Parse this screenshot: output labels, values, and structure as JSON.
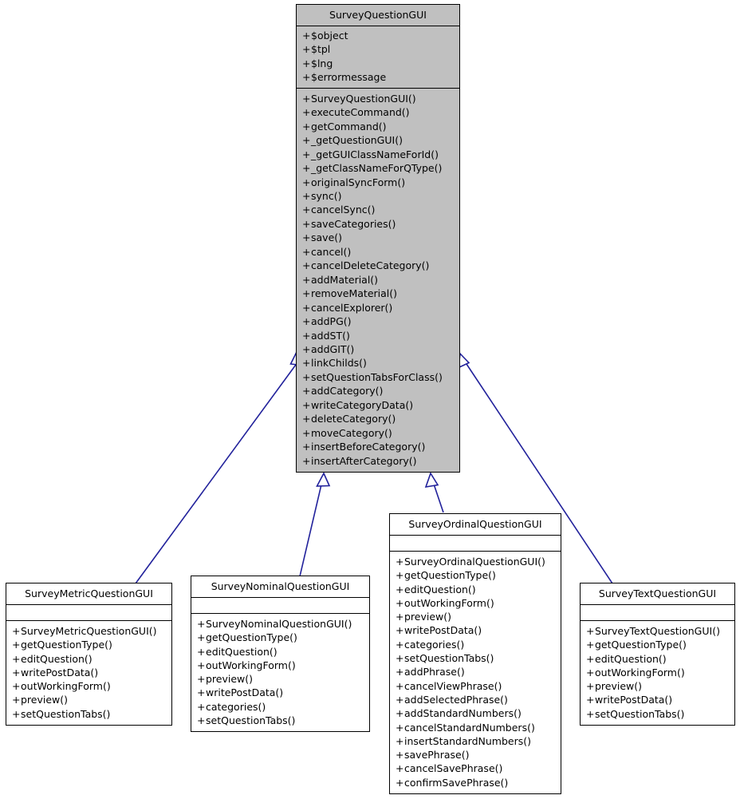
{
  "diagram": {
    "type": "uml-class-inheritance",
    "title": "SurveyQuestionGUI class hierarchy",
    "colors": {
      "root_fill": "#c0c0c0",
      "subclass_fill": "#ffffff",
      "border": "#000000",
      "edge": "#21219b",
      "text": "#000000",
      "background": "#ffffff"
    },
    "visibility_symbol": "+"
  },
  "classes": {
    "root": {
      "name": "SurveyQuestionGUI",
      "attributes": [
        "$object",
        "$tpl",
        "$lng",
        "$errormessage"
      ],
      "operations": [
        "SurveyQuestionGUI()",
        "executeCommand()",
        "getCommand()",
        "_getQuestionGUI()",
        "_getGUIClassNameForId()",
        "_getClassNameForQType()",
        "originalSyncForm()",
        "sync()",
        "cancelSync()",
        "saveCategories()",
        "save()",
        "cancel()",
        "cancelDeleteCategory()",
        "addMaterial()",
        "removeMaterial()",
        "cancelExplorer()",
        "addPG()",
        "addST()",
        "addGIT()",
        "linkChilds()",
        "setQuestionTabsForClass()",
        "addCategory()",
        "writeCategoryData()",
        "deleteCategory()",
        "moveCategory()",
        "insertBeforeCategory()",
        "insertAfterCategory()"
      ]
    },
    "metric": {
      "name": "SurveyMetricQuestionGUI",
      "attributes": [],
      "operations": [
        "SurveyMetricQuestionGUI()",
        "getQuestionType()",
        "editQuestion()",
        "writePostData()",
        "outWorkingForm()",
        "preview()",
        "setQuestionTabs()"
      ]
    },
    "nominal": {
      "name": "SurveyNominalQuestionGUI",
      "attributes": [],
      "operations": [
        "SurveyNominalQuestionGUI()",
        "getQuestionType()",
        "editQuestion()",
        "outWorkingForm()",
        "preview()",
        "writePostData()",
        "categories()",
        "setQuestionTabs()"
      ]
    },
    "ordinal": {
      "name": "SurveyOrdinalQuestionGUI",
      "attributes": [],
      "operations": [
        "SurveyOrdinalQuestionGUI()",
        "getQuestionType()",
        "editQuestion()",
        "outWorkingForm()",
        "preview()",
        "writePostData()",
        "categories()",
        "setQuestionTabs()",
        "addPhrase()",
        "cancelViewPhrase()",
        "addSelectedPhrase()",
        "addStandardNumbers()",
        "cancelStandardNumbers()",
        "insertStandardNumbers()",
        "savePhrase()",
        "cancelSavePhrase()",
        "confirmSavePhrase()"
      ]
    },
    "text": {
      "name": "SurveyTextQuestionGUI",
      "attributes": [],
      "operations": [
        "SurveyTextQuestionGUI()",
        "getQuestionType()",
        "editQuestion()",
        "outWorkingForm()",
        "preview()",
        "writePostData()",
        "setQuestionTabs()"
      ]
    }
  },
  "inheritance_edges": [
    {
      "from": "SurveyMetricQuestionGUI",
      "to": "SurveyQuestionGUI"
    },
    {
      "from": "SurveyNominalQuestionGUI",
      "to": "SurveyQuestionGUI"
    },
    {
      "from": "SurveyOrdinalQuestionGUI",
      "to": "SurveyQuestionGUI"
    },
    {
      "from": "SurveyTextQuestionGUI",
      "to": "SurveyQuestionGUI"
    }
  ]
}
